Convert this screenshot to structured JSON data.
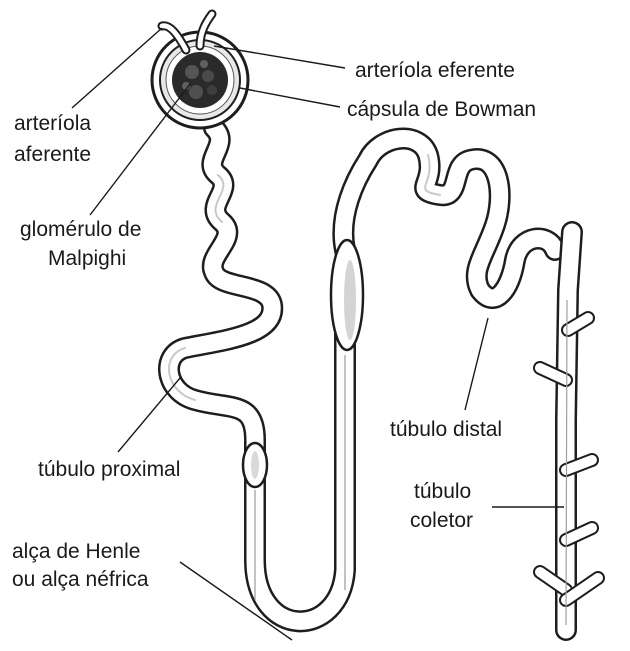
{
  "labels": {
    "efferent_arteriole": "arteríola eferente",
    "bowman_capsule": "cápsula de Bowman",
    "afferent_arteriole_line1": "arteríola",
    "afferent_arteriole_line2": "aferente",
    "glomerulus_line1": "glomérulo de",
    "glomerulus_line2": "Malpighi",
    "proximal_tubule": "túbulo proximal",
    "distal_tubule": "túbulo distal",
    "collecting_duct_line1": "túbulo",
    "collecting_duct_line2": "coletor",
    "henle_loop_line1": "alça de Henle",
    "henle_loop_line2": "ou alça néfrica"
  }
}
